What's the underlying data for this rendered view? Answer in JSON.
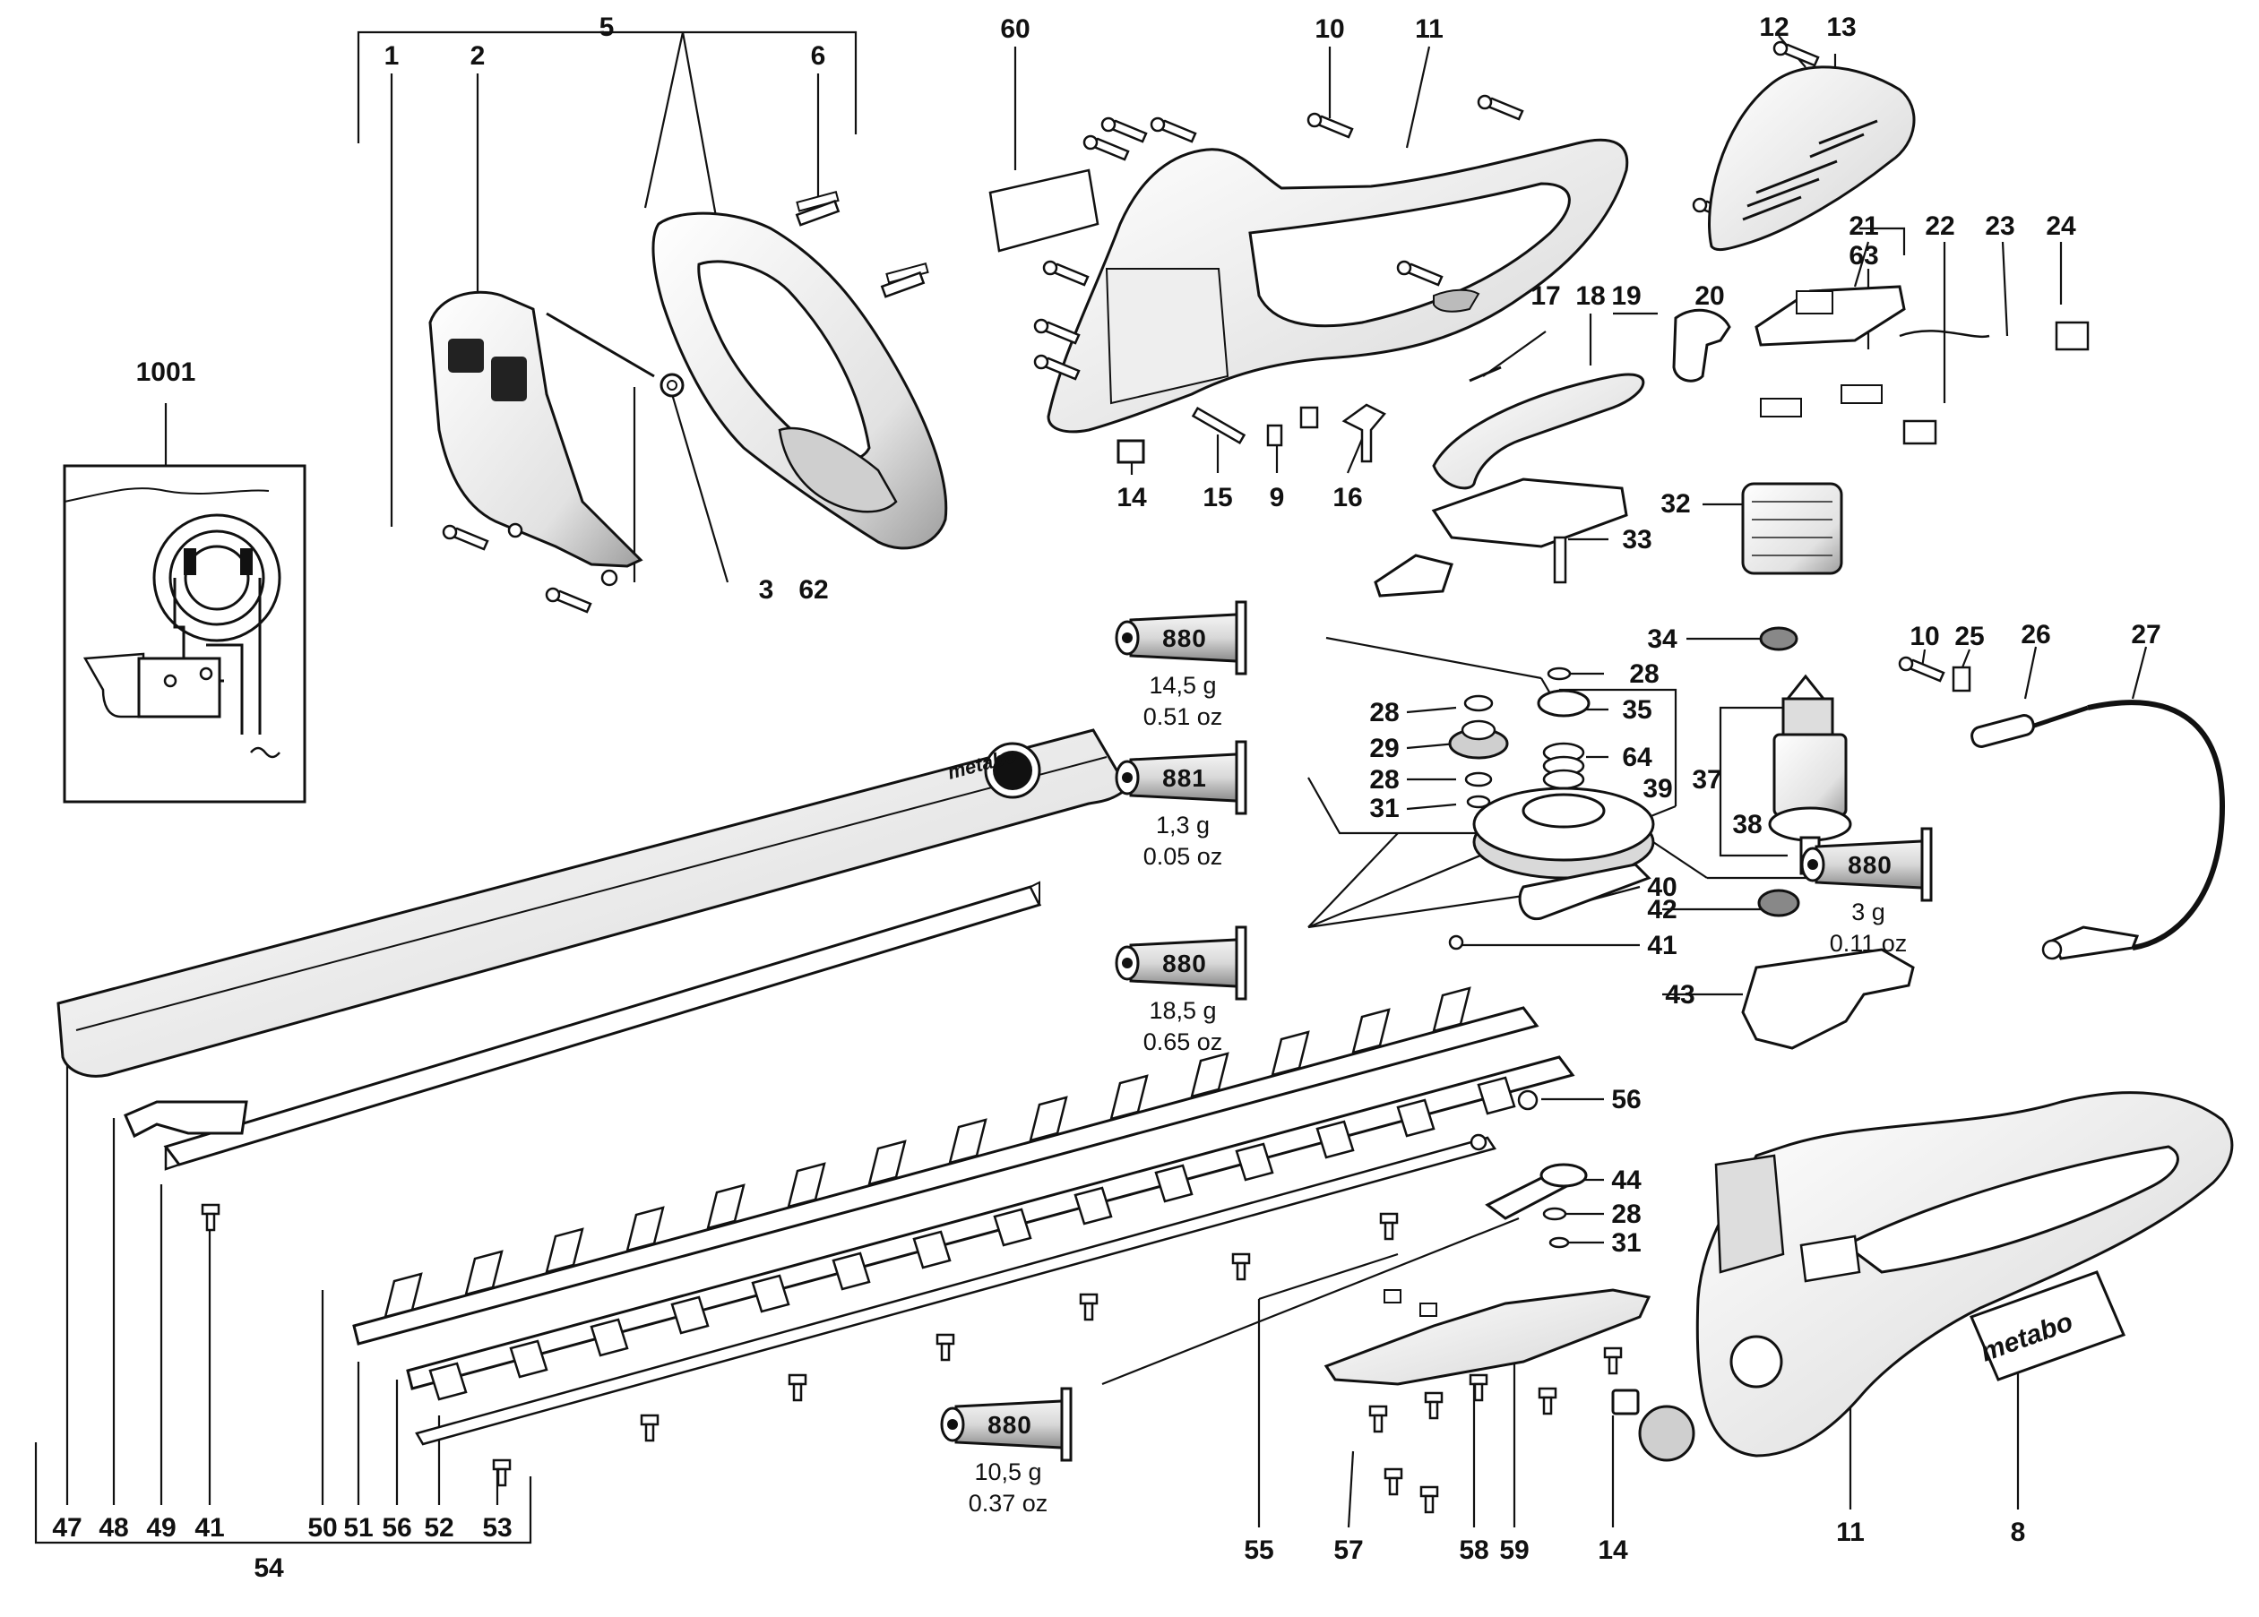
{
  "parts": [
    {
      "id": "p1001",
      "label": "1001"
    },
    {
      "id": "p1",
      "label": "1"
    },
    {
      "id": "p2",
      "label": "2"
    },
    {
      "id": "p3",
      "label": "3"
    },
    {
      "id": "p5",
      "label": "5"
    },
    {
      "id": "p6",
      "label": "6"
    },
    {
      "id": "p62",
      "label": "62"
    },
    {
      "id": "p60",
      "label": "60"
    },
    {
      "id": "p10a",
      "label": "10"
    },
    {
      "id": "p11a",
      "label": "11"
    },
    {
      "id": "p12",
      "label": "12"
    },
    {
      "id": "p13",
      "label": "13"
    },
    {
      "id": "p14a",
      "label": "14"
    },
    {
      "id": "p15",
      "label": "15"
    },
    {
      "id": "p9",
      "label": "9"
    },
    {
      "id": "p16",
      "label": "16"
    },
    {
      "id": "p17",
      "label": "17"
    },
    {
      "id": "p18",
      "label": "18"
    },
    {
      "id": "p19",
      "label": "19"
    },
    {
      "id": "p20",
      "label": "20"
    },
    {
      "id": "p21",
      "label": "21"
    },
    {
      "id": "p63",
      "label": "63"
    },
    {
      "id": "p22",
      "label": "22"
    },
    {
      "id": "p23",
      "label": "23"
    },
    {
      "id": "p24",
      "label": "24"
    },
    {
      "id": "p32",
      "label": "32"
    },
    {
      "id": "p33",
      "label": "33"
    },
    {
      "id": "p34",
      "label": "34"
    },
    {
      "id": "p28a",
      "label": "28"
    },
    {
      "id": "p35",
      "label": "35"
    },
    {
      "id": "p64",
      "label": "64"
    },
    {
      "id": "p39",
      "label": "39"
    },
    {
      "id": "p28b",
      "label": "28"
    },
    {
      "id": "p29",
      "label": "29"
    },
    {
      "id": "p28c",
      "label": "28"
    },
    {
      "id": "p31a",
      "label": "31"
    },
    {
      "id": "p37",
      "label": "37"
    },
    {
      "id": "p38",
      "label": "38"
    },
    {
      "id": "p10b",
      "label": "10"
    },
    {
      "id": "p25",
      "label": "25"
    },
    {
      "id": "p26",
      "label": "26"
    },
    {
      "id": "p27",
      "label": "27"
    },
    {
      "id": "p40",
      "label": "40"
    },
    {
      "id": "p42",
      "label": "42"
    },
    {
      "id": "p41a",
      "label": "41"
    },
    {
      "id": "p43",
      "label": "43"
    },
    {
      "id": "p56a",
      "label": "56"
    },
    {
      "id": "p44",
      "label": "44"
    },
    {
      "id": "p28d",
      "label": "28"
    },
    {
      "id": "p31b",
      "label": "31"
    },
    {
      "id": "p47",
      "label": "47"
    },
    {
      "id": "p48",
      "label": "48"
    },
    {
      "id": "p49",
      "label": "49"
    },
    {
      "id": "p41b",
      "label": "41"
    },
    {
      "id": "p50",
      "label": "50"
    },
    {
      "id": "p51",
      "label": "51"
    },
    {
      "id": "p56b",
      "label": "56"
    },
    {
      "id": "p52",
      "label": "52"
    },
    {
      "id": "p53",
      "label": "53"
    },
    {
      "id": "p54",
      "label": "54"
    },
    {
      "id": "p55",
      "label": "55"
    },
    {
      "id": "p57",
      "label": "57"
    },
    {
      "id": "p58",
      "label": "58"
    },
    {
      "id": "p59",
      "label": "59"
    },
    {
      "id": "p14b",
      "label": "14"
    },
    {
      "id": "p11b",
      "label": "11"
    },
    {
      "id": "p8",
      "label": "8"
    }
  ],
  "grease_tubes": [
    {
      "id": "t1",
      "code": "880",
      "weight_g": "14,5 g",
      "weight_oz": "0.51 oz"
    },
    {
      "id": "t2",
      "code": "881",
      "weight_g": "1,3 g",
      "weight_oz": "0.05 oz"
    },
    {
      "id": "t3",
      "code": "880",
      "weight_g": "18,5 g",
      "weight_oz": "0.65 oz"
    },
    {
      "id": "t4",
      "code": "880",
      "weight_g": "3 g",
      "weight_oz": "0.11 oz"
    },
    {
      "id": "t5",
      "code": "880",
      "weight_g": "10,5 g",
      "weight_oz": "0.37 oz"
    }
  ],
  "brand": "metabo",
  "colors": {
    "ink": "#111111",
    "paper": "#ffffff",
    "shade": "#9a9a9a"
  }
}
